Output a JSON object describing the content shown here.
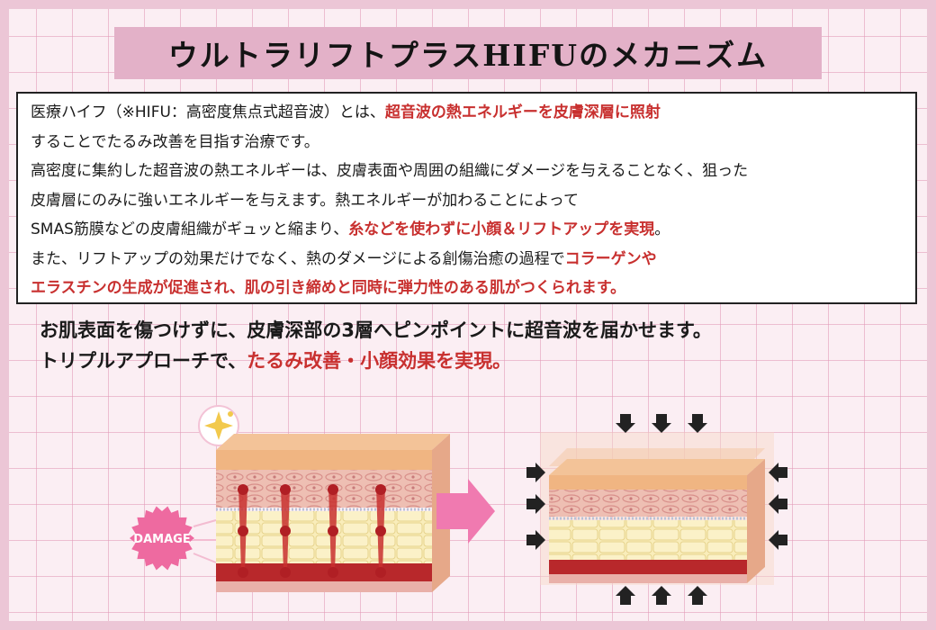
{
  "title": "ウルトラリフトプラスHIFUのメカニズム",
  "description": {
    "lines": [
      [
        {
          "text": "医療ハイフ（※HIFU：高密度焦点式超音波）とは、",
          "highlight": false
        },
        {
          "text": "超音波の熱エネルギーを皮膚深層に照射",
          "highlight": true
        }
      ],
      [
        {
          "text": "することでたるみ改善を目指す治療です。",
          "highlight": false
        }
      ],
      [
        {
          "text": "高密度に集約した超音波の熱エネルギーは、皮膚表面や周囲の組織にダメージを与えることなく、狙った",
          "highlight": false
        }
      ],
      [
        {
          "text": "皮膚層にのみに強いエネルギーを与えます。熱エネルギーが加わることによって",
          "highlight": false
        }
      ],
      [
        {
          "text": "SMAS筋膜などの皮膚組織がギュッと縮まり、",
          "highlight": false
        },
        {
          "text": "糸などを使わずに小顔＆リフトアップを実現",
          "highlight": true
        },
        {
          "text": "。",
          "highlight": false
        }
      ],
      [
        {
          "text": "また、リフトアップの効果だけでなく、熱のダメージによる創傷治癒の過程で",
          "highlight": false
        },
        {
          "text": "コラーゲンや",
          "highlight": true
        }
      ],
      [
        {
          "text": "エラスチンの生成が促進され、肌の引き締めと同時に弾力性のある肌がつくられます。",
          "highlight": true
        }
      ]
    ]
  },
  "lead": {
    "line1": "お肌表面を傷つけずに、皮膚深部の3層へピンポイントに超音波を届かせます。",
    "line2_prefix": "トリプルアプローチで、",
    "line2_highlight": "たるみ改善・小顔効果を実現。"
  },
  "illustration": {
    "badge_label": "DAMAGE",
    "sparkle_icon": "sparkle-icon",
    "arrow_icon": "arrow-right-icon",
    "compress_icon": "compress-arrow-icon",
    "colors": {
      "accent_red": "#c8302f",
      "title_band": "#e3b1c8",
      "badge_pink": "#ee6aa0",
      "arrow_pink": "#f07ab0",
      "skin_top": "#f0b582",
      "skin_pattern": "#e6a9a1",
      "fat_layer": "#f8eab0",
      "smas_layer": "#b8282b"
    }
  }
}
